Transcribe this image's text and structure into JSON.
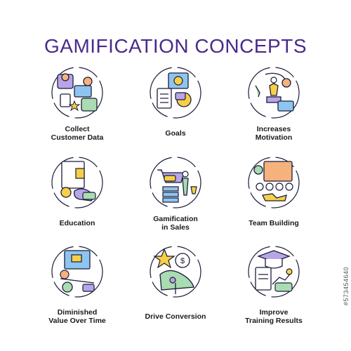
{
  "title": "GAMIFICATION CONCEPTS",
  "watermark": "#573454640",
  "colors": {
    "title": "#4a2a8c",
    "outline": "#1b1b3a",
    "purple": "#b8a5e8",
    "blue": "#8ec5f0",
    "green": "#a9dcb1",
    "yellow": "#f6d046",
    "orange": "#f6b27c"
  },
  "items": [
    {
      "label": "Collect\nCustomer Data",
      "icon": "customer-data-icon"
    },
    {
      "label": "Goals",
      "icon": "goals-icon"
    },
    {
      "label": "Increases\nMotivation",
      "icon": "motivation-icon"
    },
    {
      "label": "Education",
      "icon": "education-icon"
    },
    {
      "label": "Gamification\nin Sales",
      "icon": "sales-icon"
    },
    {
      "label": "Team Building",
      "icon": "team-building-icon"
    },
    {
      "label": "Diminished\nValue Over Time",
      "icon": "diminished-value-icon"
    },
    {
      "label": "Drive Conversion",
      "icon": "conversion-icon"
    },
    {
      "label": "Improve\nTraining Results",
      "icon": "training-icon"
    }
  ]
}
